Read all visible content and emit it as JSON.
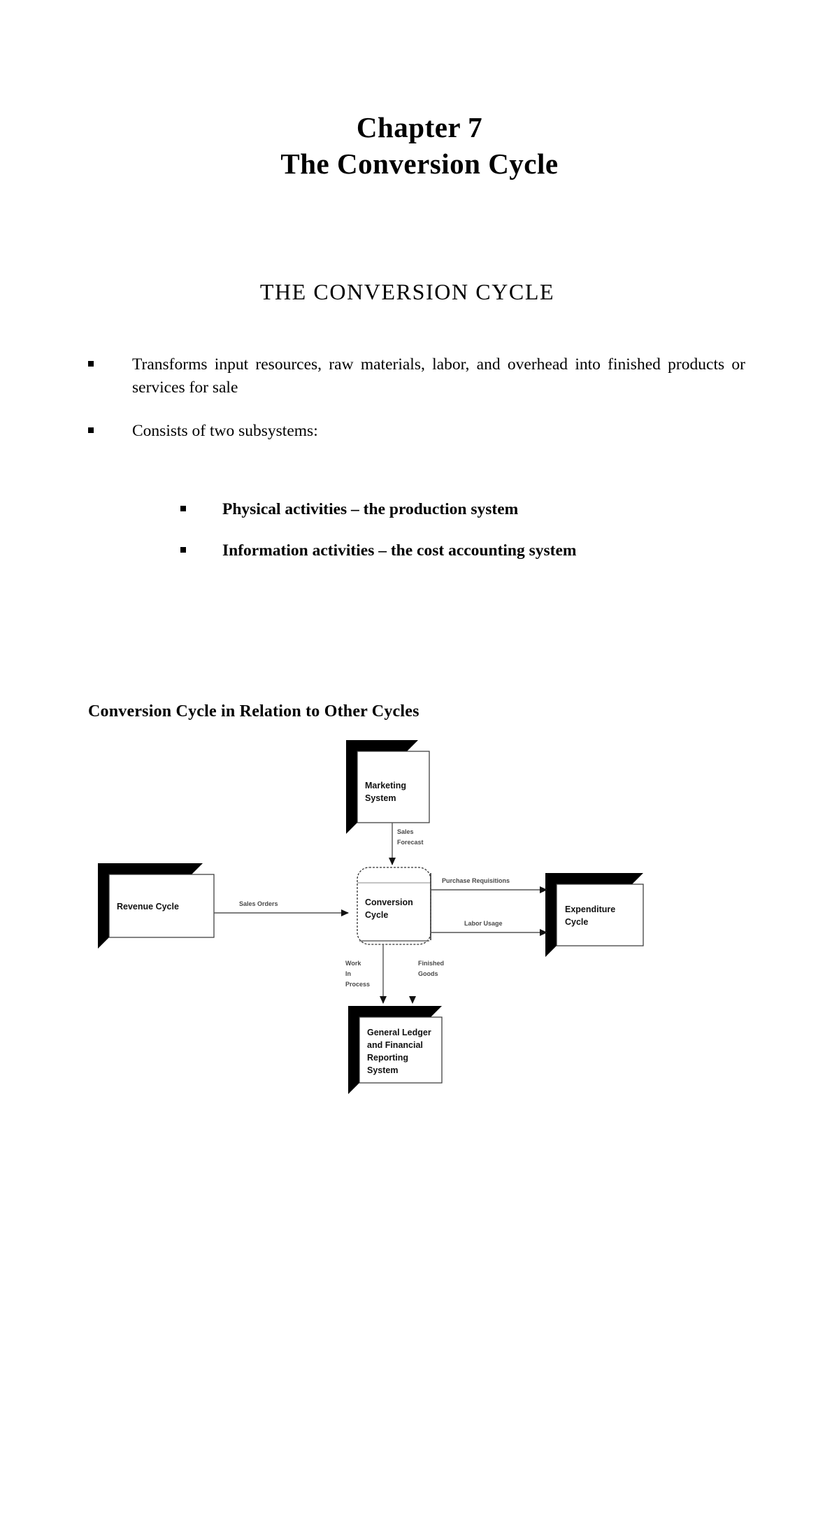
{
  "document": {
    "title_line1": "Chapter 7",
    "title_line2": "The Conversion Cycle",
    "section_heading": "THE CONVERSION CYCLE"
  },
  "bullets": [
    {
      "marker": "square-bullet",
      "text": "Transforms input resources, raw materials, labor, and overhead into finished products or services for sale"
    },
    {
      "marker": "square-bullet",
      "text": "Consists of two subsystems:"
    }
  ],
  "subbullets": [
    {
      "marker": "square-bullet",
      "text": "Physical activities – the production system"
    },
    {
      "marker": "square-bullet",
      "text": "Information activities – the cost accounting system"
    }
  ],
  "figure": {
    "heading": "Conversion Cycle in Relation to Other Cycles",
    "nodes": {
      "marketing": "Marketing System",
      "marketing_line1": "Marketing",
      "marketing_line2": "System",
      "revenue": "Revenue Cycle",
      "conversion_line1": "Conversion",
      "conversion_line2": "Cycle",
      "expenditure_line1": "Expenditure",
      "expenditure_line2": "Cycle",
      "gl_line1": "General Ledger",
      "gl_line2": "and Financial",
      "gl_line3": "Reporting",
      "gl_line4": "System"
    },
    "flows": {
      "sales_forecast_line1": "Sales",
      "sales_forecast_line2": "Forecast",
      "sales_orders": "Sales Orders",
      "purchase_requisitions": "Purchase Requisitions",
      "labor_usage": "Labor Usage",
      "wip_line1": "Work",
      "wip_line2": "In",
      "wip_line3": "Process",
      "finished_goods_line1": "Finished",
      "finished_goods_line2": "Goods"
    }
  },
  "colors": {
    "ink": "#000000",
    "paper": "#ffffff",
    "line": "#555555",
    "label": "#444444"
  }
}
